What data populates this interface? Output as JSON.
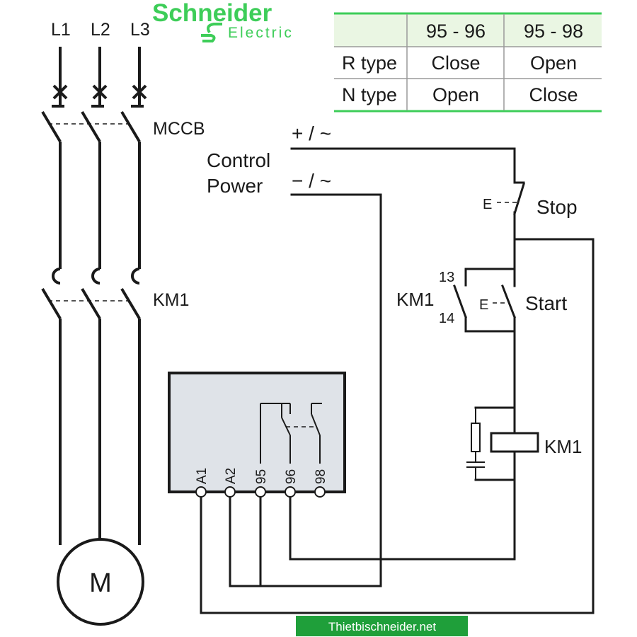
{
  "brand": {
    "name": "Schneider",
    "sub": "Electric",
    "color": "#3dcd58"
  },
  "phases": [
    "L1",
    "L2",
    "L3"
  ],
  "labels": {
    "mccb": "MCCB",
    "km1_main": "KM1",
    "motor": "M",
    "control": "Control",
    "power": "Power",
    "plus": "+ / ~",
    "minus": "− / ~",
    "stop": "Stop",
    "start": "Start",
    "km1_aux": "KM1",
    "km1_coil": "KM1",
    "aux_13": "13",
    "aux_14": "14",
    "e_stop": "E",
    "e_start": "E"
  },
  "relay_terminals": [
    "A1",
    "A2",
    "95",
    "96",
    "98"
  ],
  "contact_table": {
    "headers": [
      "",
      "95 - 96",
      "95 - 98"
    ],
    "rows": [
      [
        "R type",
        "Close",
        "Open"
      ],
      [
        "N type",
        "Open",
        "Close"
      ]
    ],
    "accent": "#3dcd58"
  },
  "footer": {
    "text": "Thietbischneider.net",
    "bg": "#1f9f3a"
  }
}
